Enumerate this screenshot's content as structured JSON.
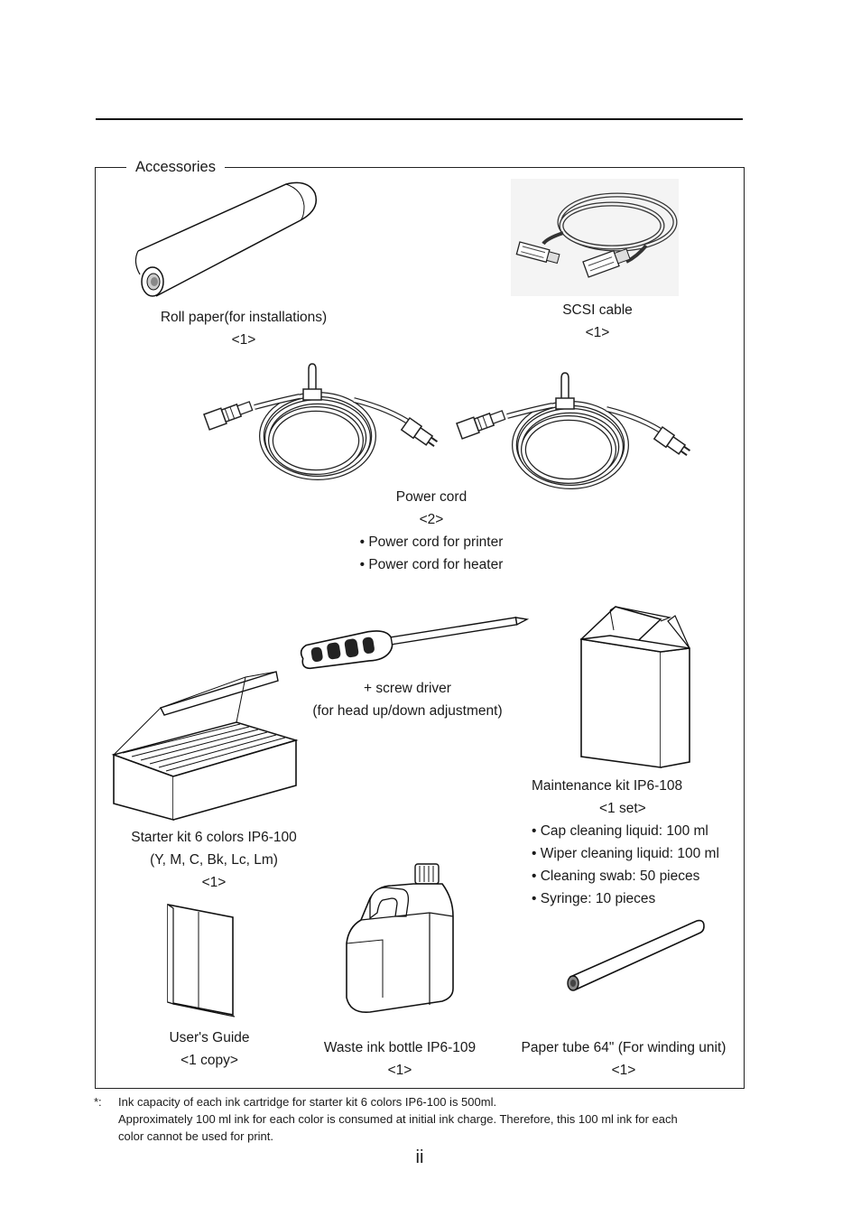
{
  "section_title": "Accessories",
  "items": {
    "roll_paper": {
      "name": "Roll paper(for installations)",
      "qty": "<1>"
    },
    "scsi_cable": {
      "name": "SCSI cable",
      "qty": "<1>"
    },
    "power_cord": {
      "name": "Power cord",
      "qty": "<2>",
      "bullets": [
        "• Power cord for printer",
        "• Power cord for heater"
      ]
    },
    "screw_driver": {
      "name": "+ screw driver",
      "detail": "(for head up/down adjustment)"
    },
    "maintenance_kit": {
      "name": "Maintenance kit IP6-108",
      "qty": "<1 set>",
      "bullets": [
        "• Cap cleaning liquid: 100 ml",
        "• Wiper cleaning liquid: 100 ml",
        "• Cleaning swab: 50 pieces",
        "• Syringe: 10 pieces"
      ]
    },
    "starter_kit": {
      "name": "Starter kit 6 colors IP6-100",
      "detail": "(Y, M, C, Bk, Lc, Lm)",
      "qty": "<1>"
    },
    "users_guide": {
      "name": "User's Guide",
      "qty": "<1 copy>"
    },
    "waste_ink_bottle": {
      "name": "Waste ink bottle IP6-109",
      "qty": "<1>"
    },
    "paper_tube": {
      "name": "Paper tube 64\" (For winding unit)",
      "qty": "<1>"
    }
  },
  "footnote": {
    "marker": "*:",
    "lines": [
      "Ink capacity of each ink cartridge for starter kit 6 colors IP6-100 is 500ml.",
      "Approximately 100 ml ink for each color is consumed at initial ink charge.  Therefore, this 100 ml ink for each",
      "color cannot be used for print."
    ]
  },
  "page_number": "ii"
}
